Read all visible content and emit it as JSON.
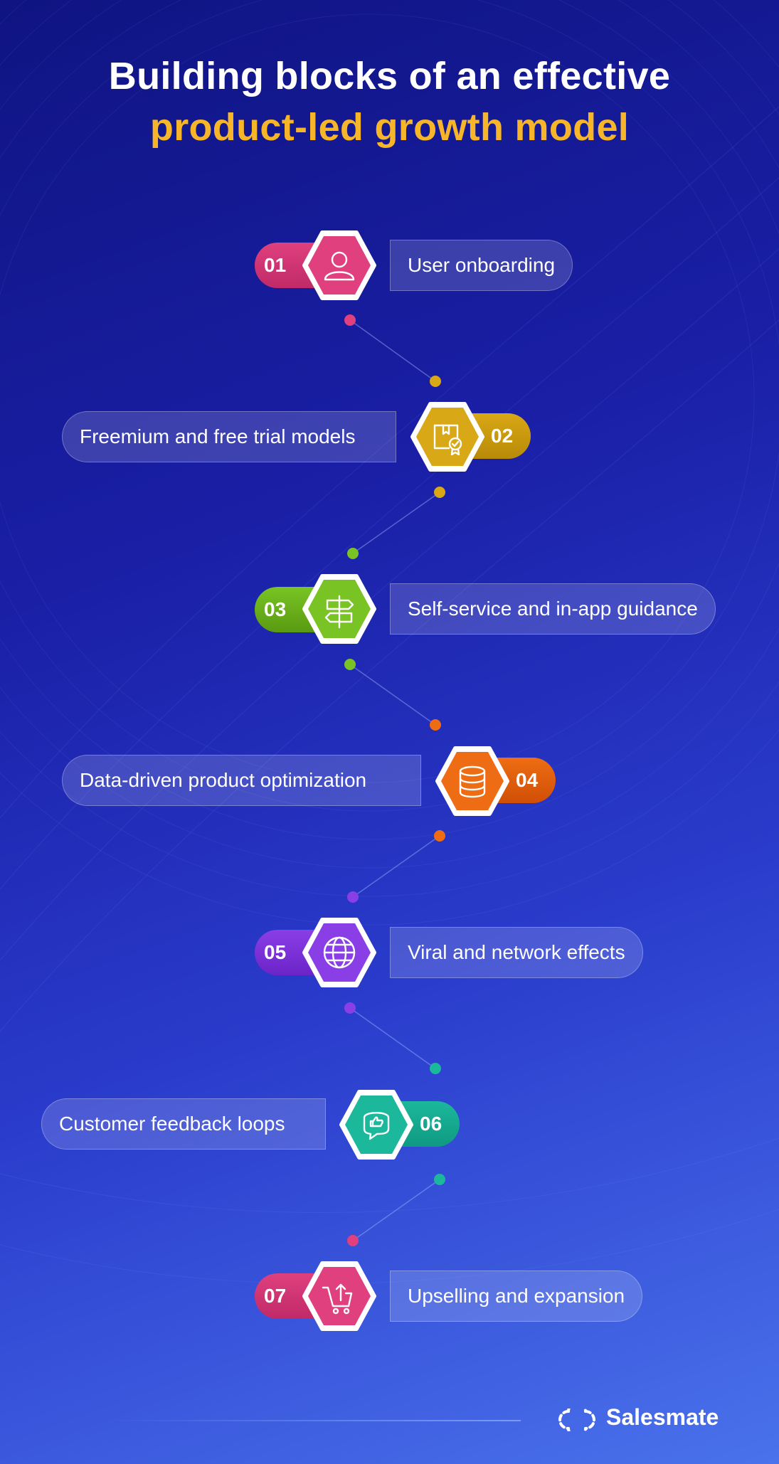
{
  "title": {
    "line1": "Building blocks of an effective",
    "line2": "product-led growth model"
  },
  "steps": [
    {
      "number": "01",
      "label": "User onboarding",
      "icon": "user-icon",
      "color": "#e0407e",
      "color_dark": "#c02a68"
    },
    {
      "number": "02",
      "label": "Freemium and free trial models",
      "icon": "box-badge-icon",
      "color": "#d9a816",
      "color_dark": "#b88a08"
    },
    {
      "number": "03",
      "label": "Self-service and in-app guidance",
      "icon": "signpost-icon",
      "color": "#79c424",
      "color_dark": "#5a9a12"
    },
    {
      "number": "04",
      "label": "Data-driven product optimization",
      "icon": "database-icon",
      "color": "#ee6d14",
      "color_dark": "#d04f06"
    },
    {
      "number": "05",
      "label": "Viral and network effects",
      "icon": "globe-icon",
      "color": "#8a3fe6",
      "color_dark": "#6b24c8"
    },
    {
      "number": "06",
      "label": "Customer feedback loops",
      "icon": "chat-thumbs-up-icon",
      "color": "#1cb89c",
      "color_dark": "#0f9a82"
    },
    {
      "number": "07",
      "label": "Upselling and expansion",
      "icon": "cart-upload-icon",
      "color": "#e0407e",
      "color_dark": "#c02a68"
    }
  ],
  "brand": {
    "name": "Salesmate",
    "logo_icon": "salesmate-logo-icon"
  }
}
